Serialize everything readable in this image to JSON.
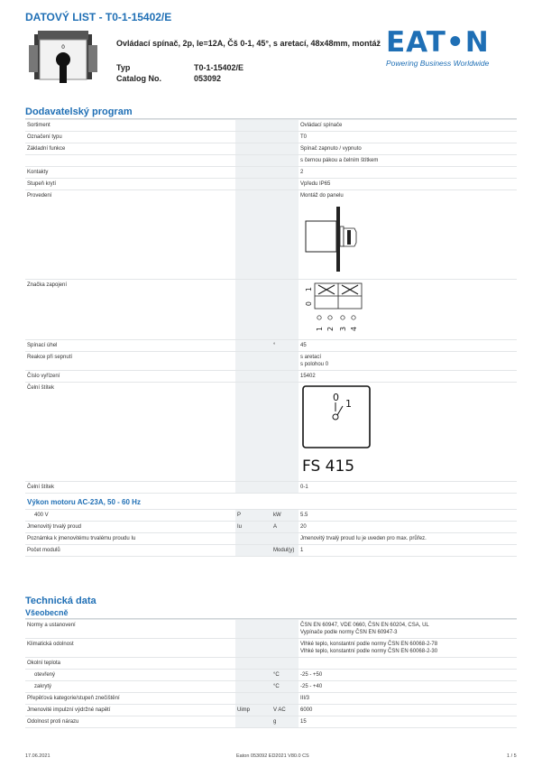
{
  "header": {
    "title": "DATOVÝ LIST - T0-1-15402/E",
    "description": "Ovládací spínač, 2p, Ie=12A, Čš 0-1, 45°, s aretací, 48x48mm, montáž",
    "type_label": "Typ",
    "type_value": "T0-1-15402/E",
    "catalog_label": "Catalog No.",
    "catalog_value": "053092"
  },
  "logo": {
    "brand": "EAT•N",
    "tagline": "Powering Business Worldwide"
  },
  "sections": {
    "program_title": "Dodavatelský program",
    "motor_title": "Výkon motoru AC-23A, 50 - 60 Hz",
    "tech_title": "Technická data",
    "general_title": "Všeobecně"
  },
  "program_rows": [
    {
      "label": "Sortiment",
      "sym": "",
      "unit": "",
      "value": "Ovládací spínače"
    },
    {
      "label": "Označení typu",
      "sym": "",
      "unit": "",
      "value": "T0"
    },
    {
      "label": "Základní funkce",
      "sym": "",
      "unit": "",
      "value": "Spínač zapnuto / vypnuto"
    },
    {
      "label": "",
      "sym": "",
      "unit": "",
      "value": "s černou pákou a čelním štítkem"
    },
    {
      "label": "Kontakty",
      "sym": "",
      "unit": "",
      "value": "2"
    },
    {
      "label": "Stupeň krytí",
      "sym": "",
      "unit": "",
      "value": "Vpředu IP65"
    },
    {
      "label": "Provedení",
      "sym": "",
      "unit": "",
      "value": "Montáž do panelu"
    }
  ],
  "wiring": {
    "label": "Značka zapojení",
    "positions": [
      "0",
      "1"
    ],
    "terminals": [
      "1",
      "2",
      "3",
      "4"
    ]
  },
  "angle_row": {
    "label": "Spínací úhel",
    "unit": "°",
    "value": "45"
  },
  "reaction_row": {
    "label": "Reakce při sepnutí",
    "value1": "s aretací",
    "value2": "s polohou 0"
  },
  "setting_row": {
    "label": "Číslo vyřízení",
    "value": "15402"
  },
  "front_label": {
    "label": "Čelní štítek",
    "pos0": "0",
    "pos1": "1",
    "code": "FS 415"
  },
  "front_label_row": {
    "label": "Čelní štítek",
    "value": "0-1"
  },
  "motor_rows": [
    {
      "label": "400 V",
      "sym": "P",
      "unit": "kW",
      "value": "5.5",
      "indent": true
    }
  ],
  "current_row": {
    "label": "Jmenovitý trvalý proud",
    "sym": "Iu",
    "unit": "A",
    "value": "20"
  },
  "note_row": {
    "label": "Poznámka k jmenovitému trvalému proudu Iu",
    "value": "Jmenovitý trvalý proud Iu je uveden pro max. průřez."
  },
  "modules_row": {
    "label": "Počet modulů",
    "unit": "Modul(y)",
    "value": "1"
  },
  "general_rows": [
    {
      "label": "Normy a ustanovení",
      "value1": "ČSN EN 60947, VDE 0660, ČSN EN 60204, CSA, UL",
      "value2": "Vypínače podle normy ČSN EN 60947-3"
    },
    {
      "label": "Klimatická odolnost",
      "value1": "Vlhké teplo, konstantní podle normy ČSN EN 60068-2-78",
      "value2": "Vlhké teplo, konstantní podle normy ČSN EN 60068-2-30"
    }
  ],
  "ambient": {
    "label": "Okolní teplota",
    "open_label": "otevřený",
    "open_unit": "°C",
    "open_value": "-25 - +50",
    "closed_label": "zakrytý",
    "closed_unit": "°C",
    "closed_value": "-25 - +40"
  },
  "overvoltage_row": {
    "label": "Přepěťová kategorie/stupeň znečištění",
    "value": "III/3"
  },
  "impulse_row": {
    "label": "Jmenovité impulzní výdržné napětí",
    "sym": "Uimp",
    "unit": "V AC",
    "value": "6000"
  },
  "shock_row": {
    "label": "Odolnost proti nárazu",
    "unit": "g",
    "value": "15"
  },
  "footer": {
    "date": "17.06.2021",
    "center": "Eaton 053092 ED2021 V80.0 CS",
    "page": "1 / 5"
  }
}
